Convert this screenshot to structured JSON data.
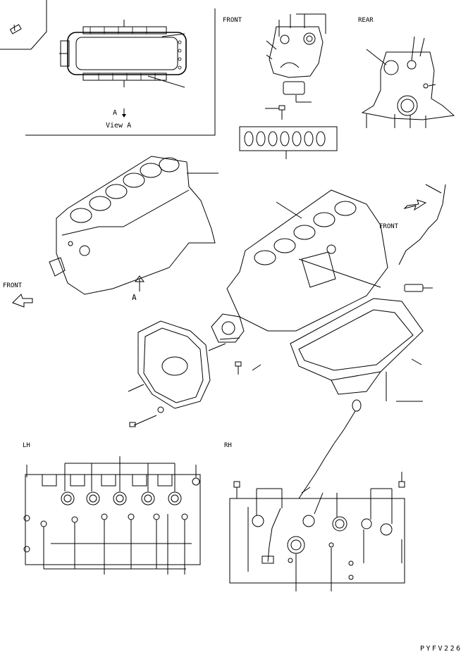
{
  "labels": {
    "front_top": "FRONT",
    "rear_top": "REAR",
    "view_marker": "A",
    "view_caption": "View A",
    "front_left": "FRONT",
    "front_right": "FRONT",
    "arrow_letter": "A",
    "lh": "LH",
    "rh": "RH",
    "drawing_code": "PYFV226"
  }
}
